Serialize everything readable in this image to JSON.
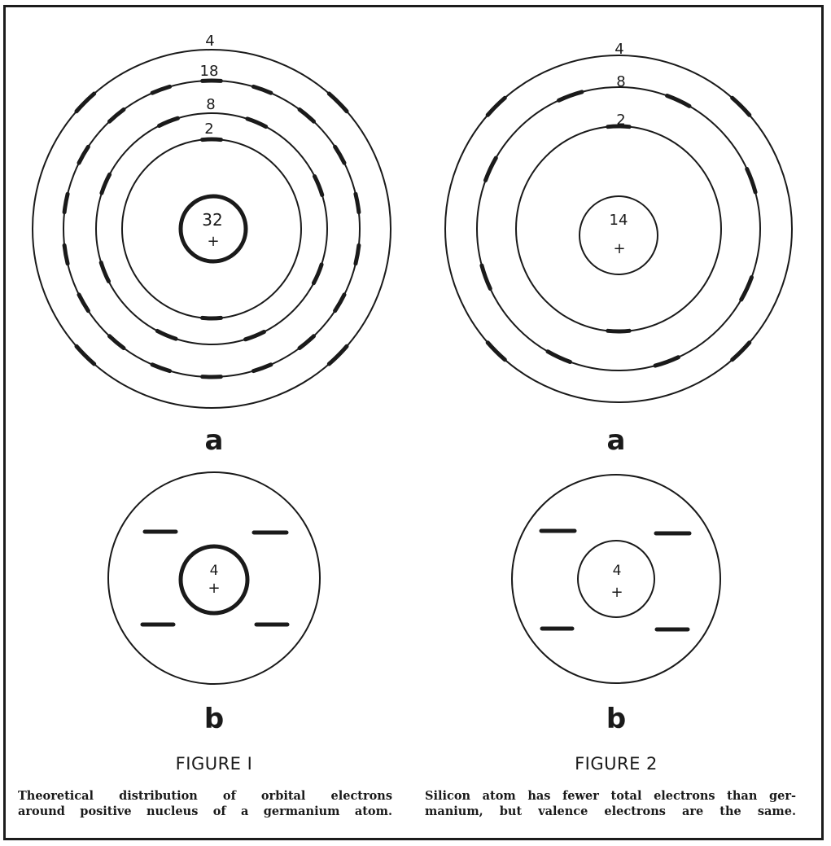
{
  "figure1": {
    "diagram_a": {
      "label": "a",
      "shell_counts": [
        "4",
        "18",
        "8",
        "2"
      ],
      "nucleus_count": "32",
      "nucleus_sign": "+"
    },
    "diagram_b": {
      "label": "b",
      "nucleus_count": "4",
      "nucleus_sign": "+",
      "valence_electrons": 4
    },
    "title": "FIGURE I",
    "caption_line1": "Theoretical distribution of orbital electrons",
    "caption_line2": "around positive nucleus of a germanium atom."
  },
  "figure2": {
    "diagram_a": {
      "label": "a",
      "shell_counts": [
        "4",
        "8",
        "2"
      ],
      "nucleus_count": "14",
      "nucleus_sign": "+"
    },
    "diagram_b": {
      "label": "b",
      "nucleus_count": "4",
      "nucleus_sign": "+",
      "valence_electrons": 4
    },
    "title": "FIGURE 2",
    "caption_line1": "Silicon atom has fewer total electrons than ger-",
    "caption_line2": "manium, but valence electrons are the same."
  },
  "colors": {
    "ink": "#1a1a1a",
    "paper": "#ffffff"
  }
}
